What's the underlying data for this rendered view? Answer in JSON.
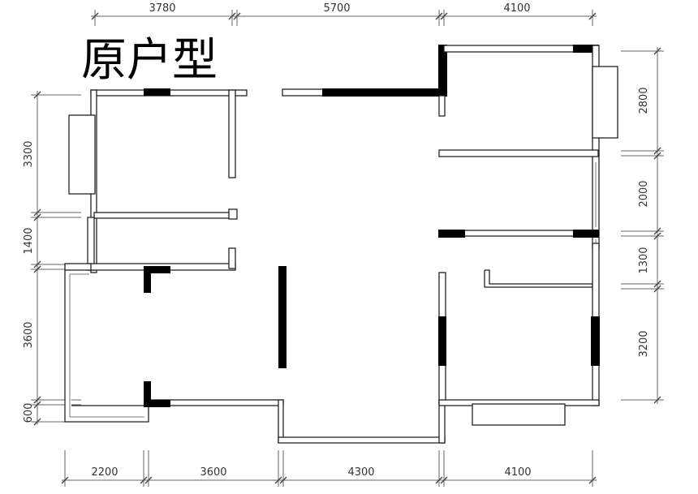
{
  "title": "原户型",
  "dimensions": {
    "top": [
      "3780",
      "5700",
      "4100"
    ],
    "bottom": [
      "2200",
      "3600",
      "4300",
      "4100"
    ],
    "left": [
      "3300",
      "1400",
      "3600",
      "600"
    ],
    "right": [
      "2800",
      "2000",
      "1300",
      "3200"
    ]
  }
}
